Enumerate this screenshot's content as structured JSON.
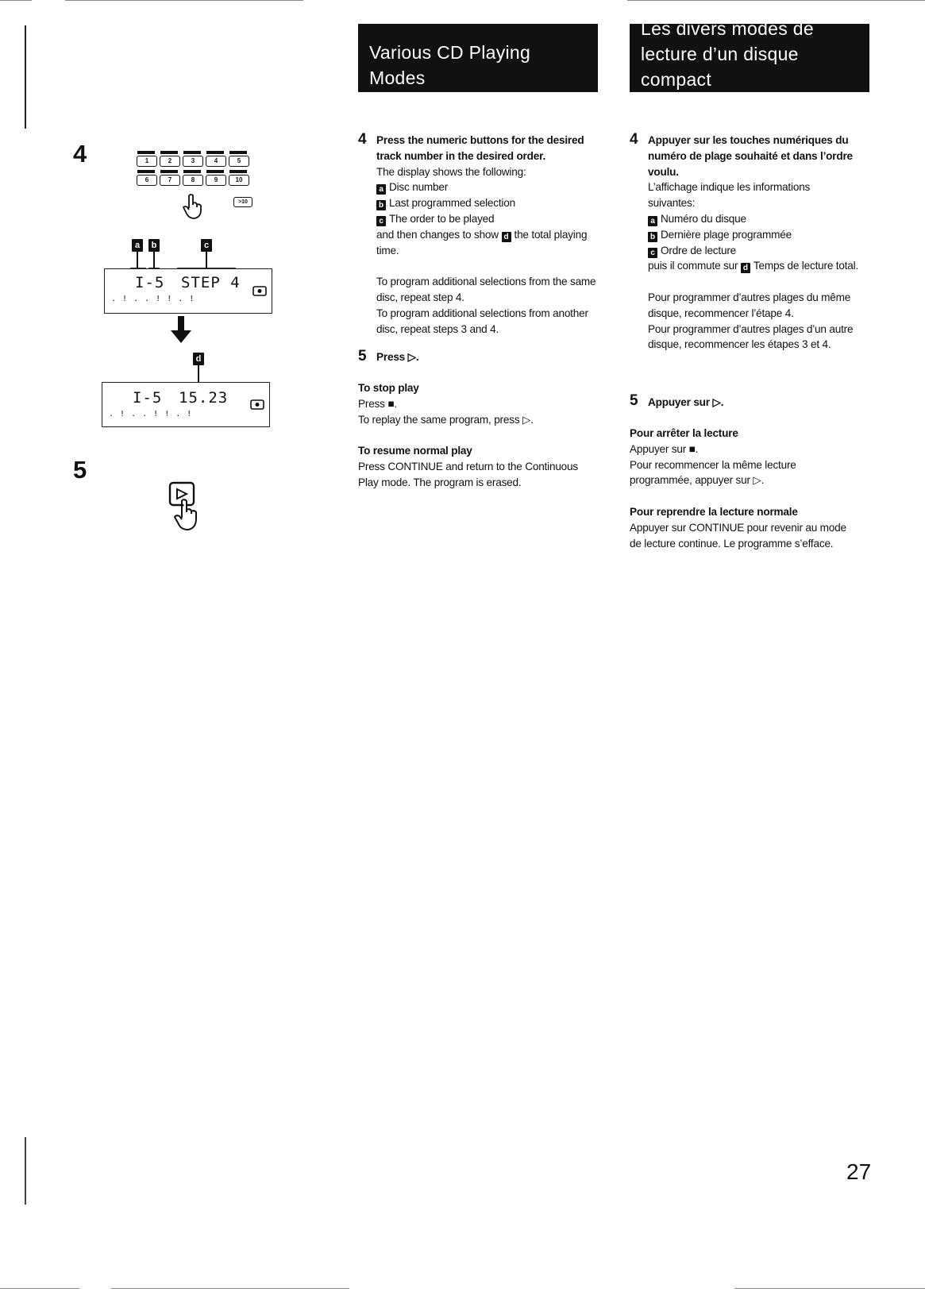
{
  "page": {
    "page_number": "27"
  },
  "headers": {
    "en_title": "Various CD Playing Modes",
    "fr_title": "Les divers modes de lecture d’un disque compact"
  },
  "figure": {
    "step4_number": "4",
    "step5_number": "5",
    "keypad_keys": [
      "1",
      "2",
      "3",
      "4",
      "5",
      "6",
      "7",
      "8",
      "9",
      "10"
    ],
    "plus10_key": ">10",
    "tags": [
      "a",
      "b",
      "c",
      "d"
    ],
    "display1_left": "I-5",
    "display1_right": "STEP 4",
    "display2_left": "I-5",
    "display2_right": "15.23",
    "dots_row": ". ! . . ! ! . !"
  },
  "english": {
    "step4_num": "4",
    "step4_title": "Press the numeric buttons for the desired track number in the desired order.",
    "step4_intro": "The display shows the following:",
    "item_a": "Disc number",
    "item_b": "Last programmed selection",
    "item_c": "The order to be played",
    "then_pre": "and then changes to show",
    "then_post": "the total playing time.",
    "para_same": "To program additional selections from the same disc, repeat step 4.",
    "para_other": "To program additional selections from another disc, repeat steps 3 and 4.",
    "step5_num": "5",
    "step5_title": "Press ▷.",
    "stop_title": "To stop play",
    "stop_text": "Press ■.",
    "replay_text": "To replay the same program, press ▷.",
    "resume_title": "To resume normal play",
    "resume_text": "Press CONTINUE and return to the Continuous Play mode. The program is erased."
  },
  "french": {
    "step4_num": "4",
    "step4_title": "Appuyer sur les touches numériques du numéro de plage souhaité et dans l’ordre voulu.",
    "step4_intro": "L’affichage indique les informations suivantes:",
    "item_a": "Numéro du disque",
    "item_b": "Dernière plage programmée",
    "item_c": "Ordre de lecture",
    "then_pre": "puis il commute sur",
    "then_post": "Temps de lecture total.",
    "para_same": "Pour programmer d’autres plages du même disque, recommencer l’étape 4.",
    "para_other": "Pour programmer d’autres plages d’un autre disque, recommencer les étapes 3 et 4.",
    "step5_num": "5",
    "step5_title": "Appuyer sur ▷.",
    "stop_title": "Pour arrêter la lecture",
    "stop_text": "Appuyer sur ■.",
    "replay_text": "Pour recommencer la même lecture programmée, appuyer sur ▷.",
    "resume_title": "Pour reprendre la lecture normale",
    "resume_text": "Appuyer sur CONTINUE pour revenir au mode de lecture continue. Le programme s’efface."
  }
}
